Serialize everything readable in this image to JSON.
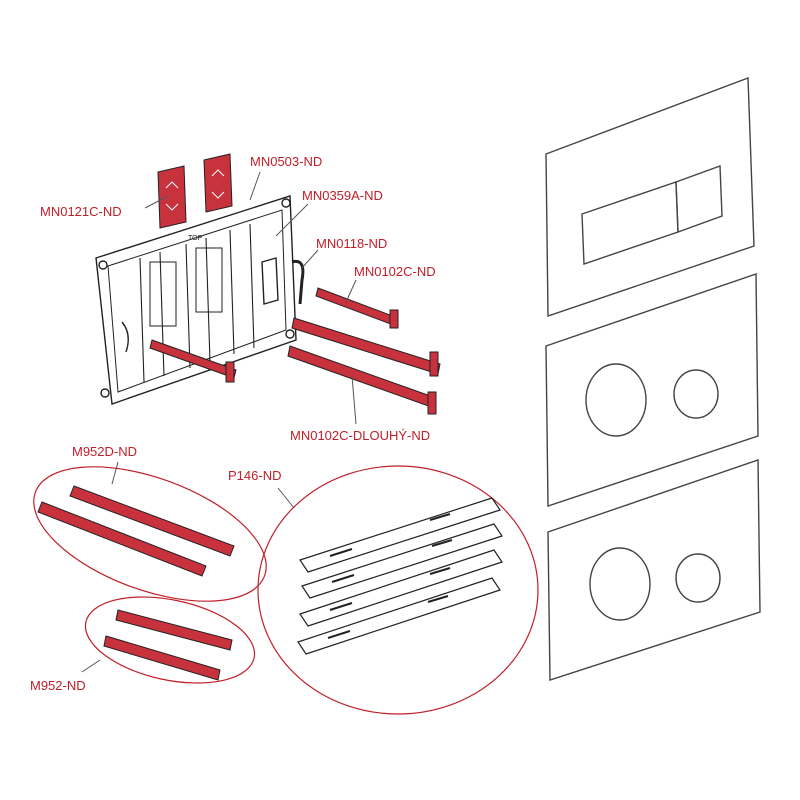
{
  "colors": {
    "accent": "#c0202a",
    "part_fill": "#c8323c",
    "line": "#222222",
    "plate_line": "#444444"
  },
  "labels": {
    "mn0121c": "MN0121C-ND",
    "mn0503": "MN0503-ND",
    "mn0359a": "MN0359A-ND",
    "mn0118": "MN0118-ND",
    "mn0102c": "MN0102C-ND",
    "mn0102c_long": "MN0102C-DLOUHÝ-ND",
    "m952d": "M952D-ND",
    "p146": "P146-ND",
    "m952": "M952-ND"
  },
  "frame_mark": "TOP"
}
